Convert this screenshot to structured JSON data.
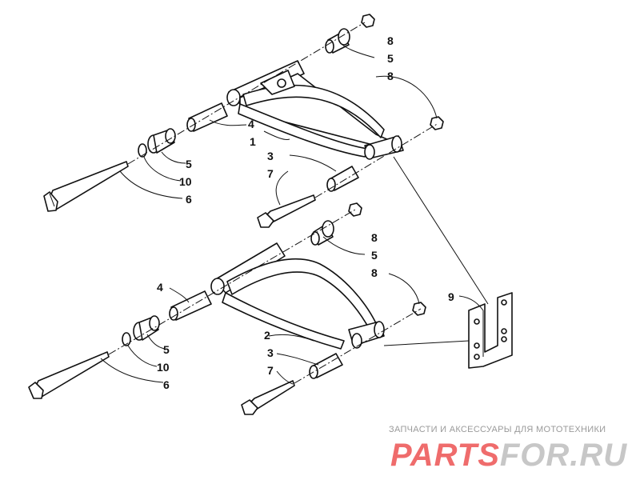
{
  "callouts": {
    "upper": {
      "c8a": "8",
      "c5a": "5",
      "c8b": "8",
      "c4": "4",
      "c1": "1",
      "c3": "3",
      "c7": "7",
      "c5b": "5",
      "c10": "10",
      "c6": "6"
    },
    "lower": {
      "c8a": "8",
      "c5a": "5",
      "c8b": "8",
      "c4": "4",
      "c2": "2",
      "c3": "3",
      "c7": "7",
      "c5b": "5",
      "c10": "10",
      "c6": "6"
    },
    "bracket": {
      "c9": "9"
    }
  },
  "watermark": {
    "tagline": "ЗАПЧАСТИ И АКСЕССУАРЫ ДЛЯ МОТОТЕХНИКИ",
    "logo_left": "PARTS",
    "logo_right": "FOR.RU"
  }
}
